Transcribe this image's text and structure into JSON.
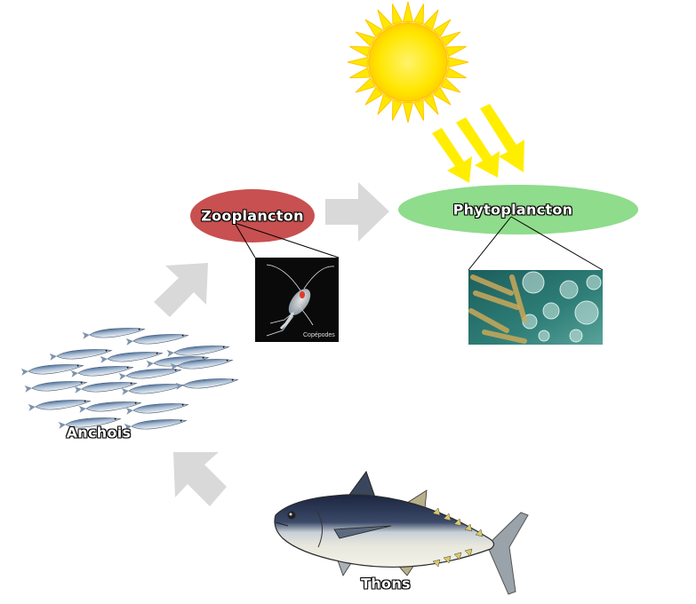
{
  "nodes": {
    "phytoplancton": {
      "label": "Phytoplancton",
      "color": "#8fdc8c"
    },
    "zooplancton": {
      "label": "Zooplancton",
      "color": "#c85050"
    },
    "anchois": {
      "label": "Anchois"
    },
    "thons": {
      "label": "Thons"
    }
  },
  "photos": {
    "copepod_caption": "Copépodes"
  },
  "colors": {
    "sun": "#ffe800",
    "sun_rays": "#ffe800",
    "arrow": "#d9d9d9",
    "fish_silver": "#b7c6d6",
    "tuna_back": "#1f2a44"
  },
  "icons": [
    "sun-icon",
    "anchovy-school-icon",
    "tuna-icon",
    "copepod-photo",
    "diatom-photo"
  ]
}
